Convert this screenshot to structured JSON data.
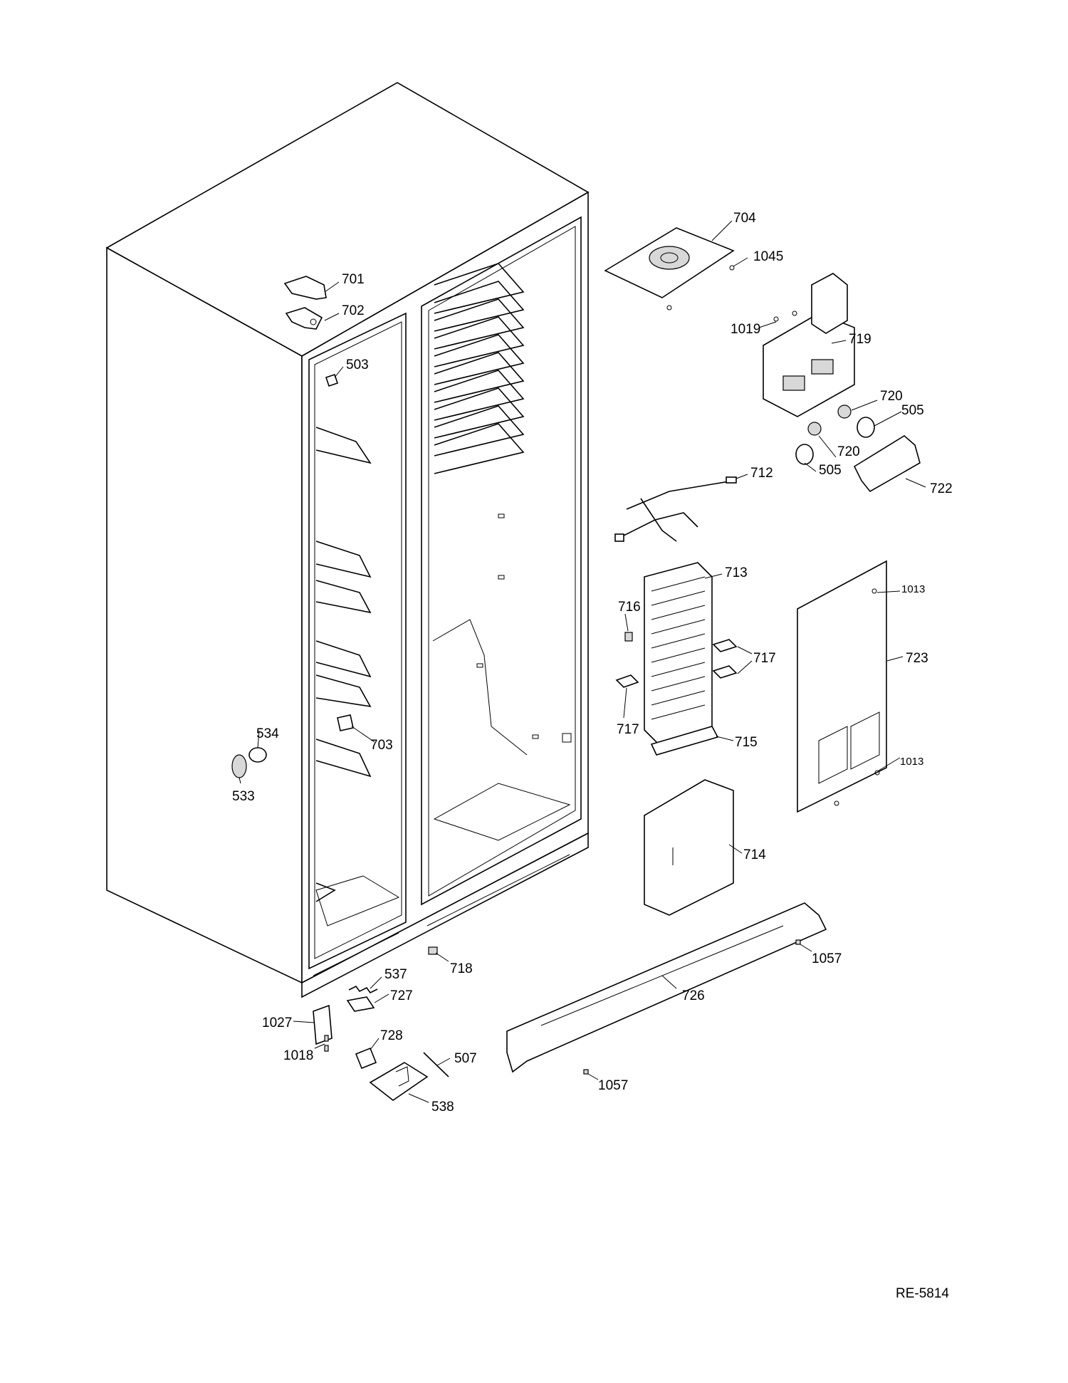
{
  "document_code": "RE-5814",
  "part_labels": {
    "p701": "701",
    "p702": "702",
    "p503": "503",
    "p703": "703",
    "p534": "534",
    "p533": "533",
    "p704": "704",
    "p1045": "1045",
    "p1019": "1019",
    "p719": "719",
    "p720a": "720",
    "p505a": "505",
    "p720b": "720",
    "p505b": "505",
    "p722": "722",
    "p712": "712",
    "p713": "713",
    "p716": "716",
    "p717a": "717",
    "p717b": "717",
    "p715": "715",
    "p714": "714",
    "p1013a": "1013",
    "p723": "723",
    "p1013b": "1013",
    "p718": "718",
    "p537": "537",
    "p727": "727",
    "p1027": "1027",
    "p728": "728",
    "p1018": "1018",
    "p507": "507",
    "p538": "538",
    "p726": "726",
    "p1057a": "1057",
    "p1057b": "1057"
  }
}
